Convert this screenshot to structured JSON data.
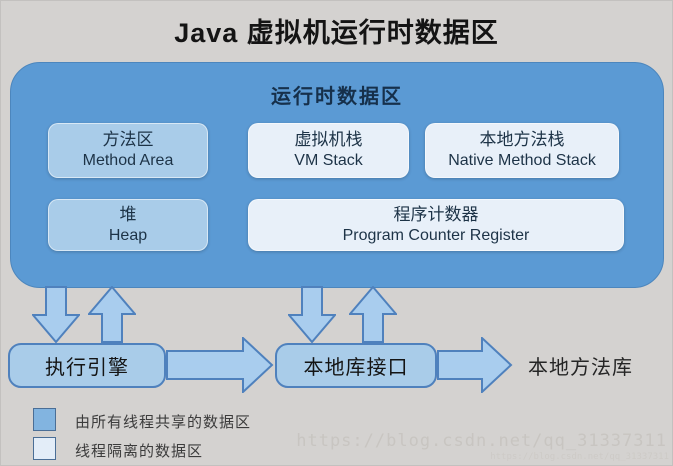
{
  "title": "Java 虚拟机运行时数据区",
  "runtime_area": {
    "label": "运行时数据区",
    "boxes": [
      {
        "zh": "方法区",
        "en": "Method Area",
        "type": "shared"
      },
      {
        "zh": "虚拟机栈",
        "en": "VM Stack",
        "type": "isolated"
      },
      {
        "zh": "本地方法栈",
        "en": "Native Method Stack",
        "type": "isolated"
      },
      {
        "zh": "堆",
        "en": "Heap",
        "type": "shared"
      },
      {
        "zh": "程序计数器",
        "en": "Program Counter Register",
        "type": "isolated"
      }
    ]
  },
  "flow": {
    "execution_engine": "执行引擎",
    "native_interface": "本地库接口",
    "native_library": "本地方法库"
  },
  "legend": [
    {
      "label": "由所有线程共享的数据区",
      "color": "#82b4e0"
    },
    {
      "label": "线程隔离的数据区",
      "color": "#e3edf8"
    }
  ],
  "watermark": "https://blog.csdn.net/qq_31337311",
  "colors": {
    "background": "#d4d2d0",
    "container_fill": "#5b9ad4",
    "shared_box_fill": "#a9cce9",
    "isolated_box_fill": "#e8f0f9",
    "arrow_fill": "#a9cdee",
    "arrow_stroke": "#4f81bd"
  }
}
